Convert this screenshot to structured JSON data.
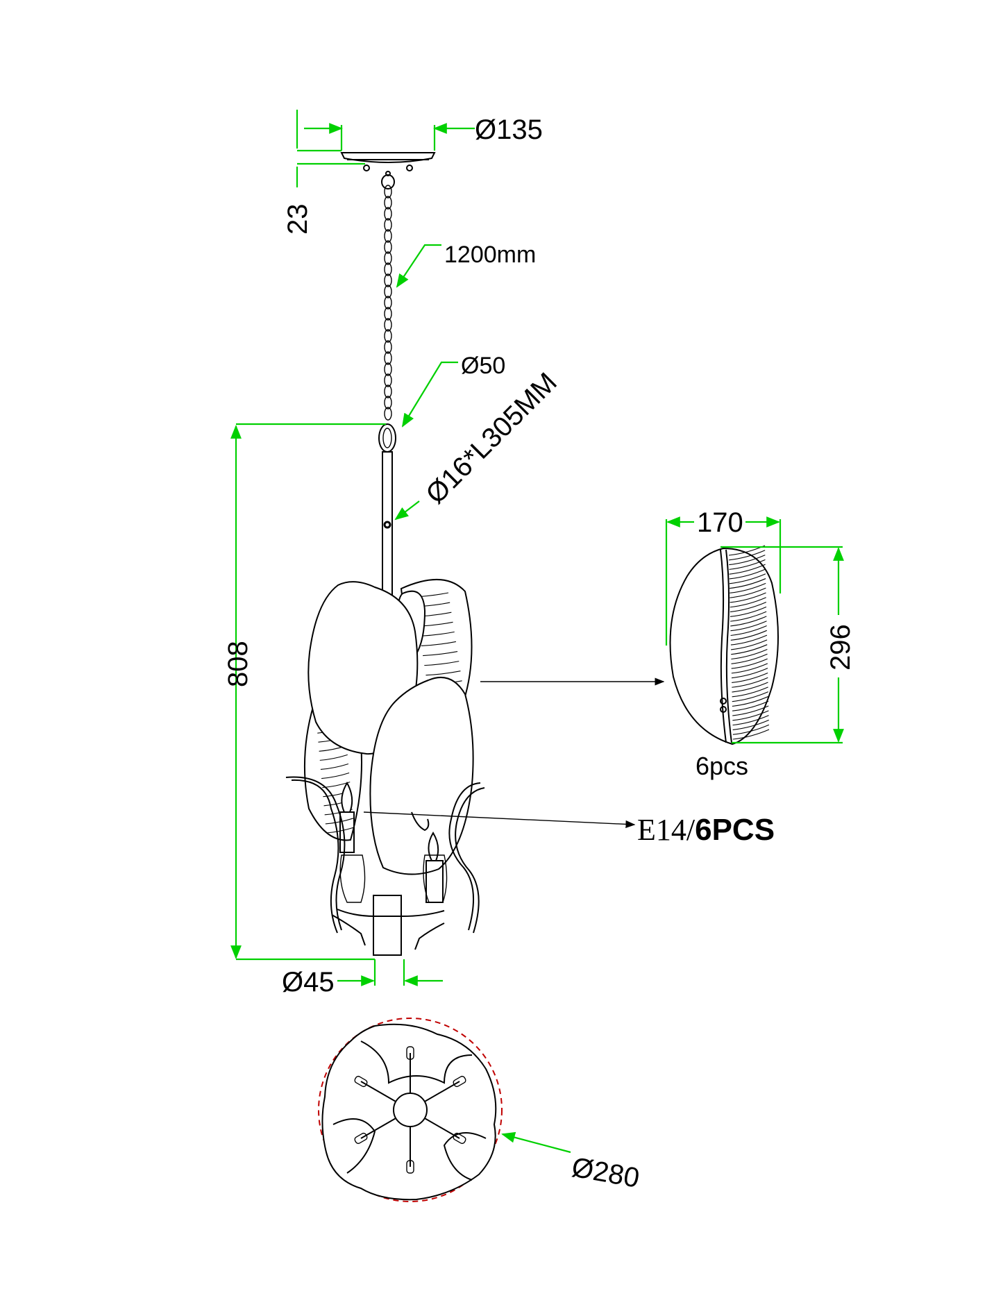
{
  "dimensions": {
    "canopy_diameter": "Ø135",
    "canopy_height": "23",
    "chain_length": "1200mm",
    "ring_diameter": "Ø50",
    "rod": "Ø16*L305MM",
    "overall_height": "808",
    "bottom_diameter": "Ø45",
    "shade_width": "170",
    "shade_height": "296",
    "total_diameter": "Ø280"
  },
  "labels": {
    "shade_count": "6pcs",
    "bulb_type": "E14/",
    "bulb_count": "6PCS"
  },
  "colors": {
    "dimension_lines": "#00d000",
    "outline": "#000000",
    "circle_dashed": "#c00000"
  }
}
